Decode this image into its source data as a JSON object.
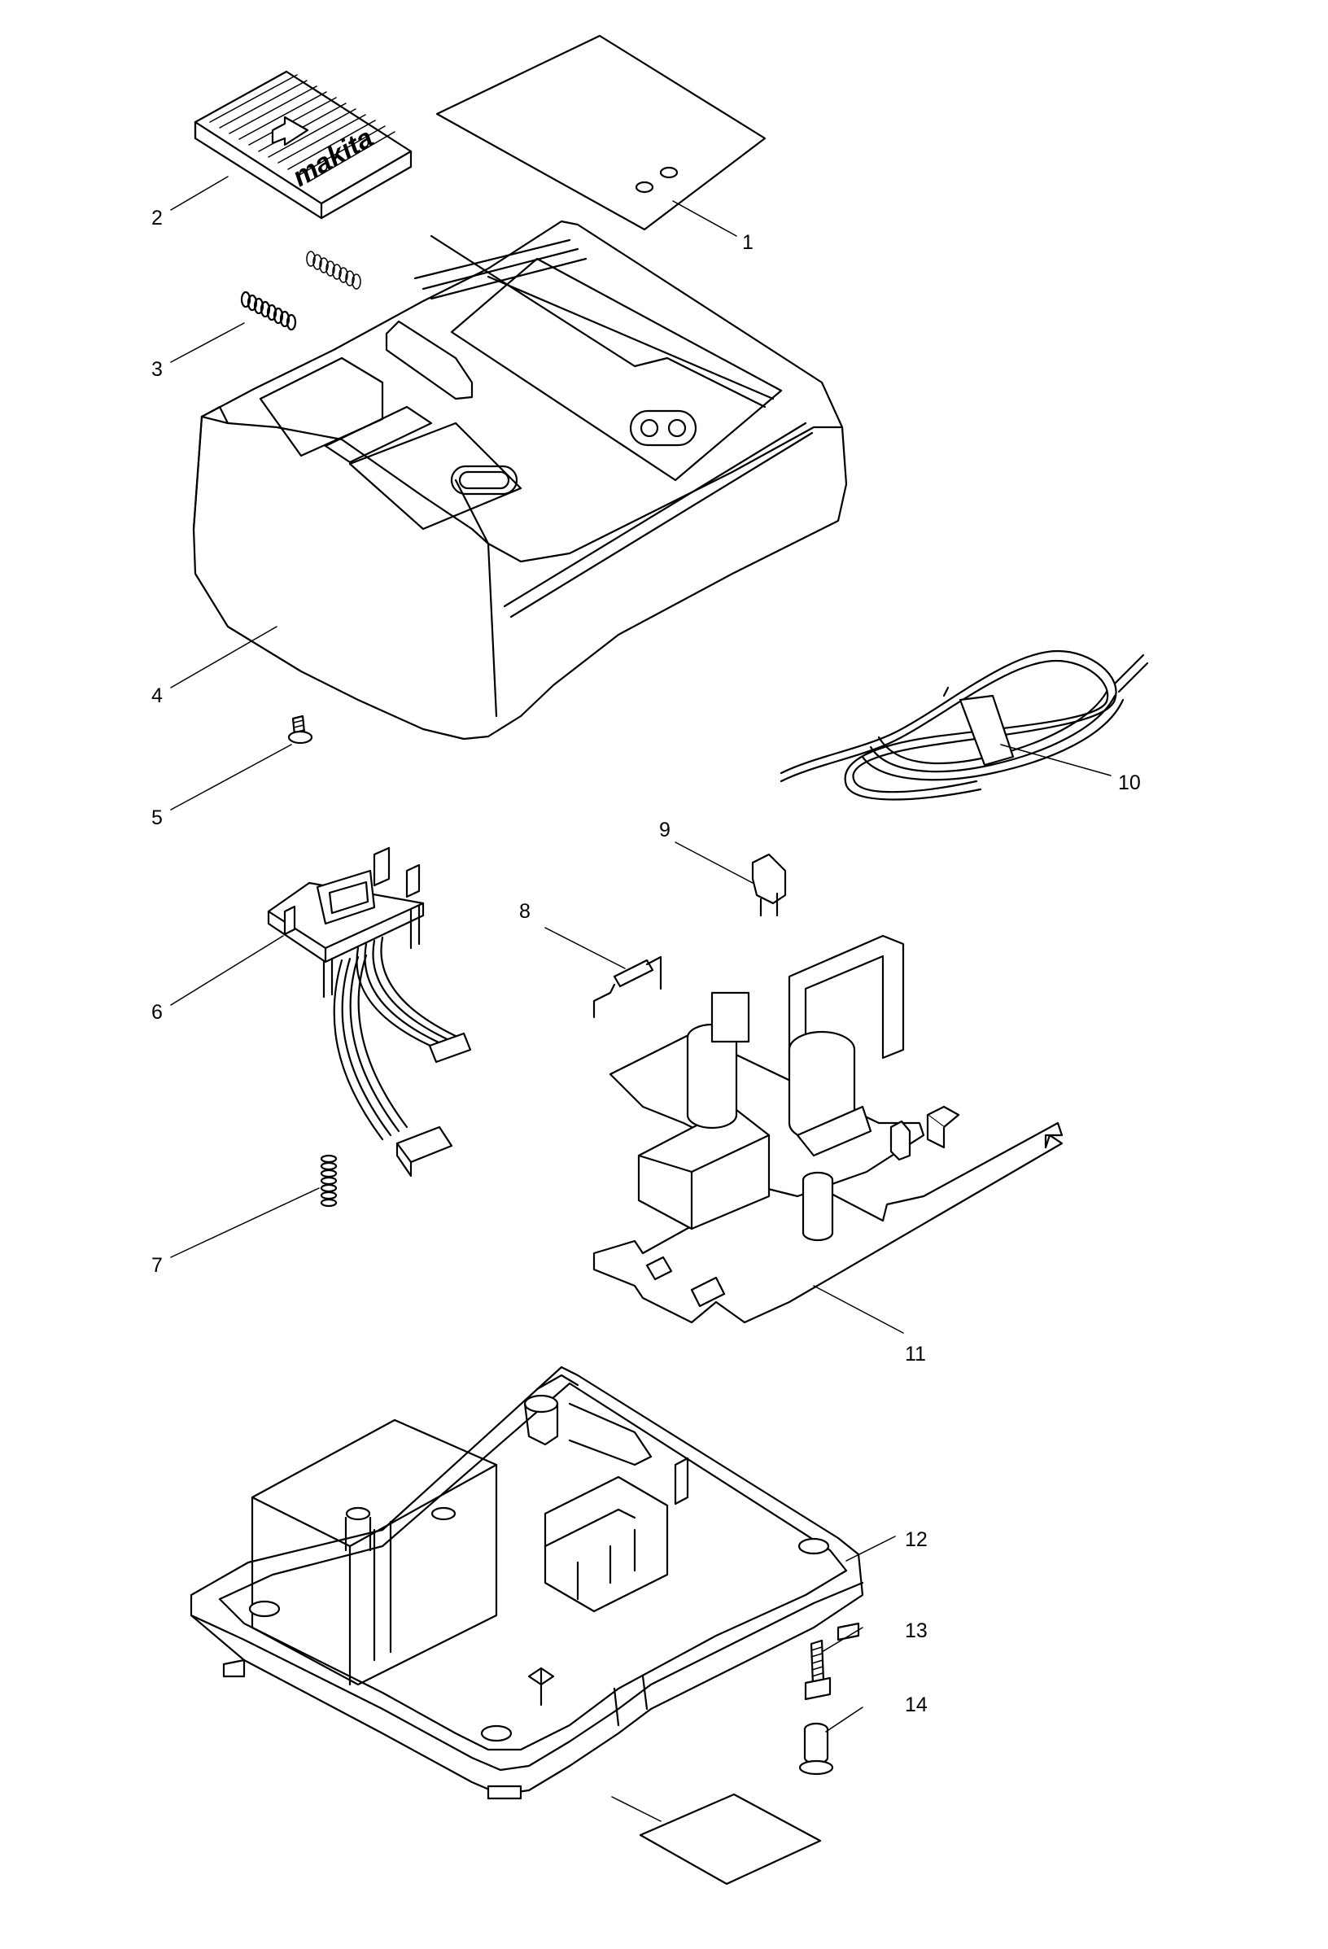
{
  "parts": [
    {
      "number": "1",
      "part": "label-plate"
    },
    {
      "number": "2",
      "part": "slide-cover"
    },
    {
      "number": "3",
      "part": "spring"
    },
    {
      "number": "4",
      "part": "upper-housing"
    },
    {
      "number": "5",
      "part": "screw"
    },
    {
      "number": "6",
      "part": "terminal-with-harness"
    },
    {
      "number": "7",
      "part": "spring"
    },
    {
      "number": "8",
      "part": "fuse"
    },
    {
      "number": "9",
      "part": "component"
    },
    {
      "number": "10",
      "part": "power-cord"
    },
    {
      "number": "11",
      "part": "circuit-board"
    },
    {
      "number": "12",
      "part": "lower-housing"
    },
    {
      "number": "13",
      "part": "screw"
    },
    {
      "number": "14",
      "part": "rubber-foot"
    }
  ],
  "logo_text": "makita",
  "colors": {
    "line": "#000000",
    "background": "#ffffff"
  }
}
